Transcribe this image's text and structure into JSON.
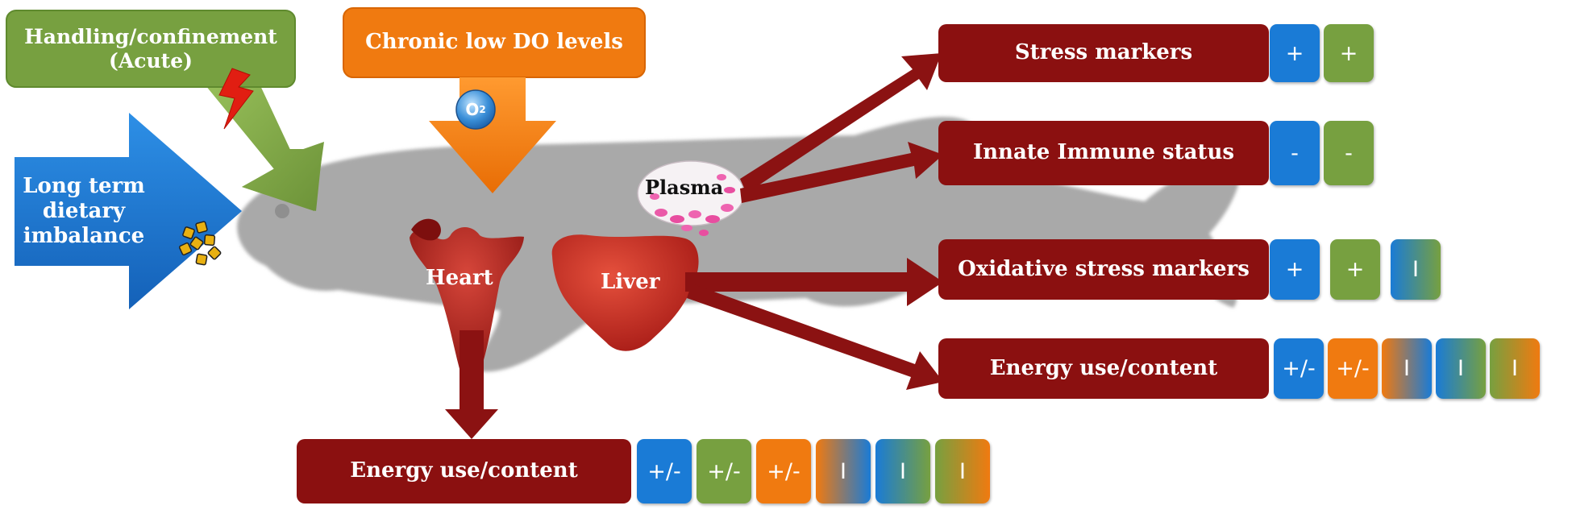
{
  "stressors": {
    "acute": "Handling/confinement\n(Acute)",
    "chronic_do": "Chronic low DO levels",
    "diet": "Long term\ndietary\nimbalance",
    "o2_symbol": "O",
    "o2_sub": "2"
  },
  "organs": {
    "heart": "Heart",
    "liver": "Liver",
    "plasma": "Plasma"
  },
  "outcomes": {
    "stress_markers": {
      "label": "Stress markers",
      "badges": [
        "+",
        "+"
      ]
    },
    "innate_immune": {
      "label": "Innate Immune status",
      "badges": [
        "-",
        "-"
      ]
    },
    "oxidative": {
      "label": "Oxidative stress markers",
      "badges": [
        "+",
        "+",
        "I"
      ]
    },
    "liver_energy": {
      "label": "Energy use/content",
      "badges": [
        "+/-",
        "+/-",
        "I",
        "I",
        "I"
      ]
    },
    "heart_energy": {
      "label": "Energy use/content",
      "badges": [
        "+/-",
        "+/-",
        "+/-",
        "I",
        "I",
        "I"
      ]
    }
  },
  "colors": {
    "dark_red": "#8b1010",
    "blue": "#1a7bd6",
    "green": "#77a040",
    "orange": "#f07a10",
    "fish": "#a8a8a8"
  }
}
